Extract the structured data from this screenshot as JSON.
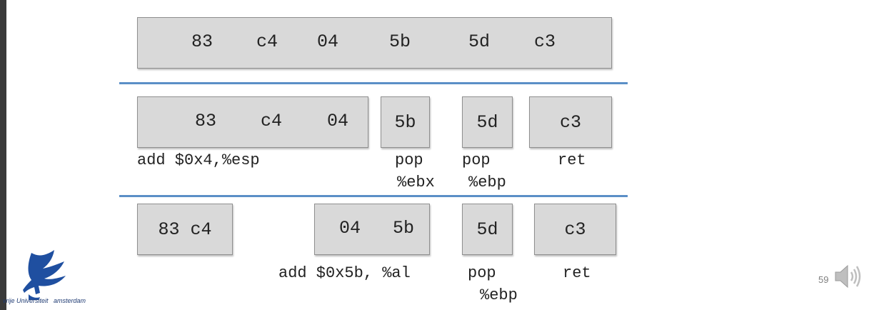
{
  "row1": {
    "bytes": [
      "83",
      "c4",
      "04",
      "5b",
      "5d",
      "c3"
    ]
  },
  "row2": {
    "box1_bytes": [
      "83",
      "c4",
      "04"
    ],
    "box2_byte": "5b",
    "box3_byte": "5d",
    "box4_byte": "c3",
    "labels": {
      "add": "add $0x4,%esp",
      "pop_ebx_1": "pop",
      "pop_ebx_2": "%ebx",
      "pop_ebp_1": "pop",
      "pop_ebp_2": "%ebp",
      "ret": "ret"
    }
  },
  "row3": {
    "box1_bytes": "83 c4",
    "box2_bytes": [
      "04",
      "5b"
    ],
    "box3_byte": "5d",
    "box4_byte": "c3",
    "labels": {
      "add": "add $0x5b, %al",
      "pop_ebp_1": "pop",
      "pop_ebp_2": "%ebp",
      "ret": "ret"
    }
  },
  "footer": {
    "logo_text": "vrije Universiteit   amsterdam",
    "page_number": "59",
    "speaker_icon": "speaker-icon"
  },
  "colors": {
    "box_fill": "#d9d9d9",
    "box_border": "#8f8f8f",
    "divider": "#5b8fc7",
    "logo_blue": "#1f3b73"
  }
}
